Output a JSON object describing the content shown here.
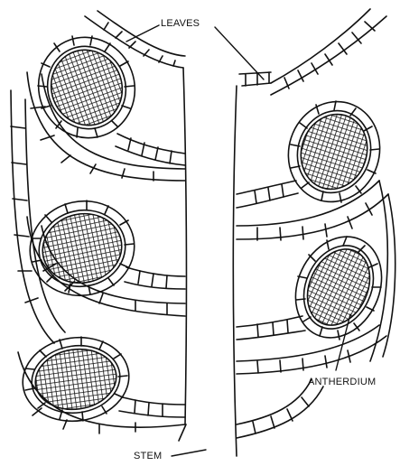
{
  "labels": {
    "leaves": "LEAVES",
    "antherdium": "ANTHERDIUM",
    "stem": "STEM"
  },
  "colors": {
    "ink": "#111111",
    "paper": "#ffffff"
  }
}
